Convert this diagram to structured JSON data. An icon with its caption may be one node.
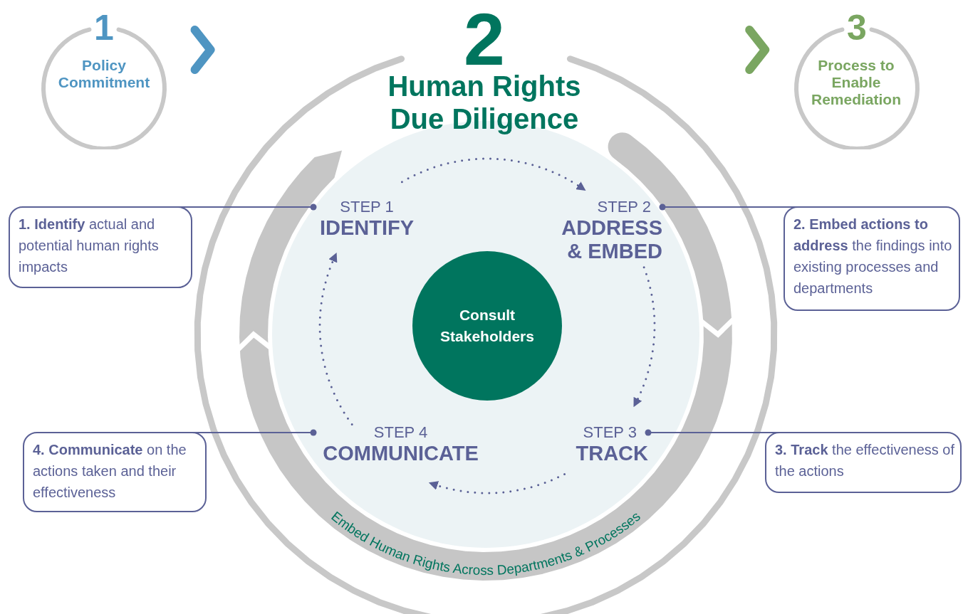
{
  "diagram": {
    "nodes": [
      {
        "text": [
          "1",
          "Policy Commitment"
        ]
      },
      {
        "text": [
          "2",
          "Human Rights Due Diligence"
        ]
      },
      {
        "text": [
          "3",
          "Process to Enable Remediation"
        ]
      },
      {
        "text": [
          "**1. Identify** actual and potential human rights impacts"
        ]
      },
      {
        "text": [
          "STEP 1",
          "IDENTIFY"
        ]
      },
      {
        "text": [
          "STEP 2",
          "ADDRESS & EMBED"
        ]
      },
      {
        "text": [
          "**2. Embed actions to address** the findings into existing processes and departments"
        ]
      },
      {
        "text": [
          "Consult Stakeholders"
        ]
      },
      {
        "text": [
          "**4. Communicate** on the actions taken and their effectiveness"
        ]
      },
      {
        "text": [
          "STEP 4",
          "COMMUNICATE"
        ]
      },
      {
        "text": [
          "STEP 3",
          "TRACK"
        ]
      },
      {
        "text": [
          "**3. Track** the effectiveness of the actions"
        ]
      }
    ],
    "edges": [
      {
        "from": 0,
        "to": 1,
        "arrow": "to",
        "style": "thick",
        "color": "#4f95c2"
      },
      {
        "from": 1,
        "to": 2,
        "arrow": "to",
        "style": "thick",
        "color": "#7aa661"
      },
      {
        "from": 4,
        "to": 5,
        "arrow": "to",
        "style": "dashed"
      },
      {
        "from": 5,
        "to": 10,
        "arrow": "to",
        "style": "dashed"
      },
      {
        "from": 10,
        "to": 9,
        "arrow": "to",
        "style": "dashed"
      },
      {
        "from": 9,
        "to": 4,
        "arrow": "to",
        "style": "dashed"
      },
      {
        "from": 3,
        "to": 4,
        "arrow": "other"
      },
      {
        "from": 6,
        "to": 5,
        "arrow": "other"
      },
      {
        "from": 8,
        "to": 9,
        "arrow": "other"
      },
      {
        "from": 11,
        "to": 10,
        "arrow": "other"
      }
    ],
    "labels": [
      "Embed Human Rights Across Departments & Processes"
    ]
  }
}
